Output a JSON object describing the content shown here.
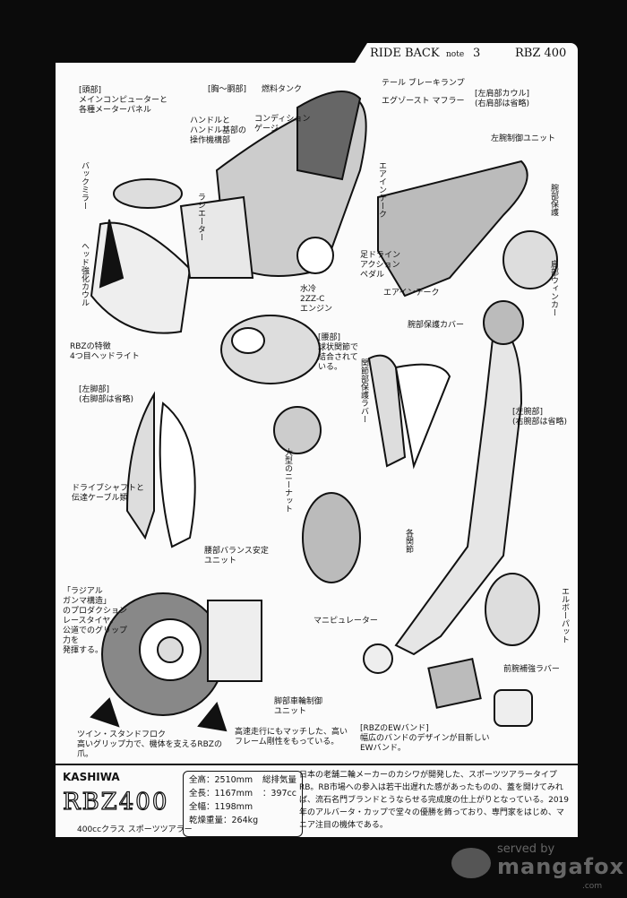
{
  "header": {
    "title": "RIDE BACK",
    "note": "note",
    "chapter": "3",
    "model": "RBZ 400"
  },
  "labels": {
    "head": "[頭部]\nメインコンピューターと\n各種メーターパネル",
    "chest": "[胸～胴部]",
    "fuel": "燃料タンク",
    "handle": "ハンドルと\nハンドル基部の\n操作機構部",
    "condition": "コンディション\nゲージ",
    "tail": "テール ブレーキランプ",
    "exhaust": "エグゾースト マフラー",
    "shoulder": "[左肩部カウル]\n(右肩部は省略)",
    "arm_ctrl": "左腕制御ユニット",
    "mirror": "バックミラー",
    "radiator": "ラジエーター",
    "head_cowl": "ヘッド強化カウル",
    "air_intake_top": "エアインテーク",
    "engine": "水冷\n2ZZ-C\nエンジン",
    "foot": "足ドライン\nアクション\nペダル",
    "air_intake": "エアインテーク",
    "headlight": "RBZの特徴\n4つ目ヘッドライト",
    "waist": "[腰部]\n球状関節で\n結合されて\nいる。",
    "arm_cover": "腕部保護カバー",
    "shoulder_prot": "腕部保護",
    "winker": "肩部ウィンカー",
    "left_leg": "[左脚部]\n(右脚部は省略)",
    "drive": "ドライブシャフトと\n伝達ケーブル類",
    "balance": "腰部バランス安定\nユニット",
    "tire": "「ラジアル\nガンマ構造」\nのプロダクション\nレースタイヤ。\n公道でのグリップ\n力を\n発揮する。",
    "manip": "マニピュレーター",
    "left_arm": "[左腕部]\n(右腕部は省略)",
    "joint_rubber": "関節部保護ラバー",
    "elbow": "エルボーパット",
    "forearm": "前腕補強ラバー",
    "wheel_ctrl": "脚部車輪制御\nユニット",
    "frame": "高速走行にもマッチした、高い\nフレーム剛性をもっている。",
    "ewband": "[RBZのEWバンド]\n幅広のバンドのデザインが目新しい\nEWバンド。",
    "stand": "ツイン・スタンドフロク\n高いグリップ力で、機体を支えるRBZの爪。",
    "nut": "大型のニーナット",
    "knee": "各関節"
  },
  "info": {
    "maker": "KASHIWA",
    "model": "RBZ400",
    "class": "400ccクラス スポーツツアラー",
    "specs": [
      "全高：2510mm",
      "全長：1167mm",
      "全幅：1198mm",
      "乾燥重量：264kg"
    ],
    "displacement_label": "総排気量",
    "displacement": "：397cc",
    "description": "日本の老舗二輪メーカーのカシワが開発した、スポーツツアラータイプRB。RB市場への参入は若干出遅れた感があったものの、蓋を開けてみれば、流石名門ブランドとうならせる完成度の仕上がりとなっている。2019年のアルバータ・カップで堂々の優勝を飾っており、専門家をはじめ、マニア注目の機体である。"
  },
  "watermark": {
    "served": "served by",
    "brand": "mangafox",
    ".com": ".com"
  }
}
